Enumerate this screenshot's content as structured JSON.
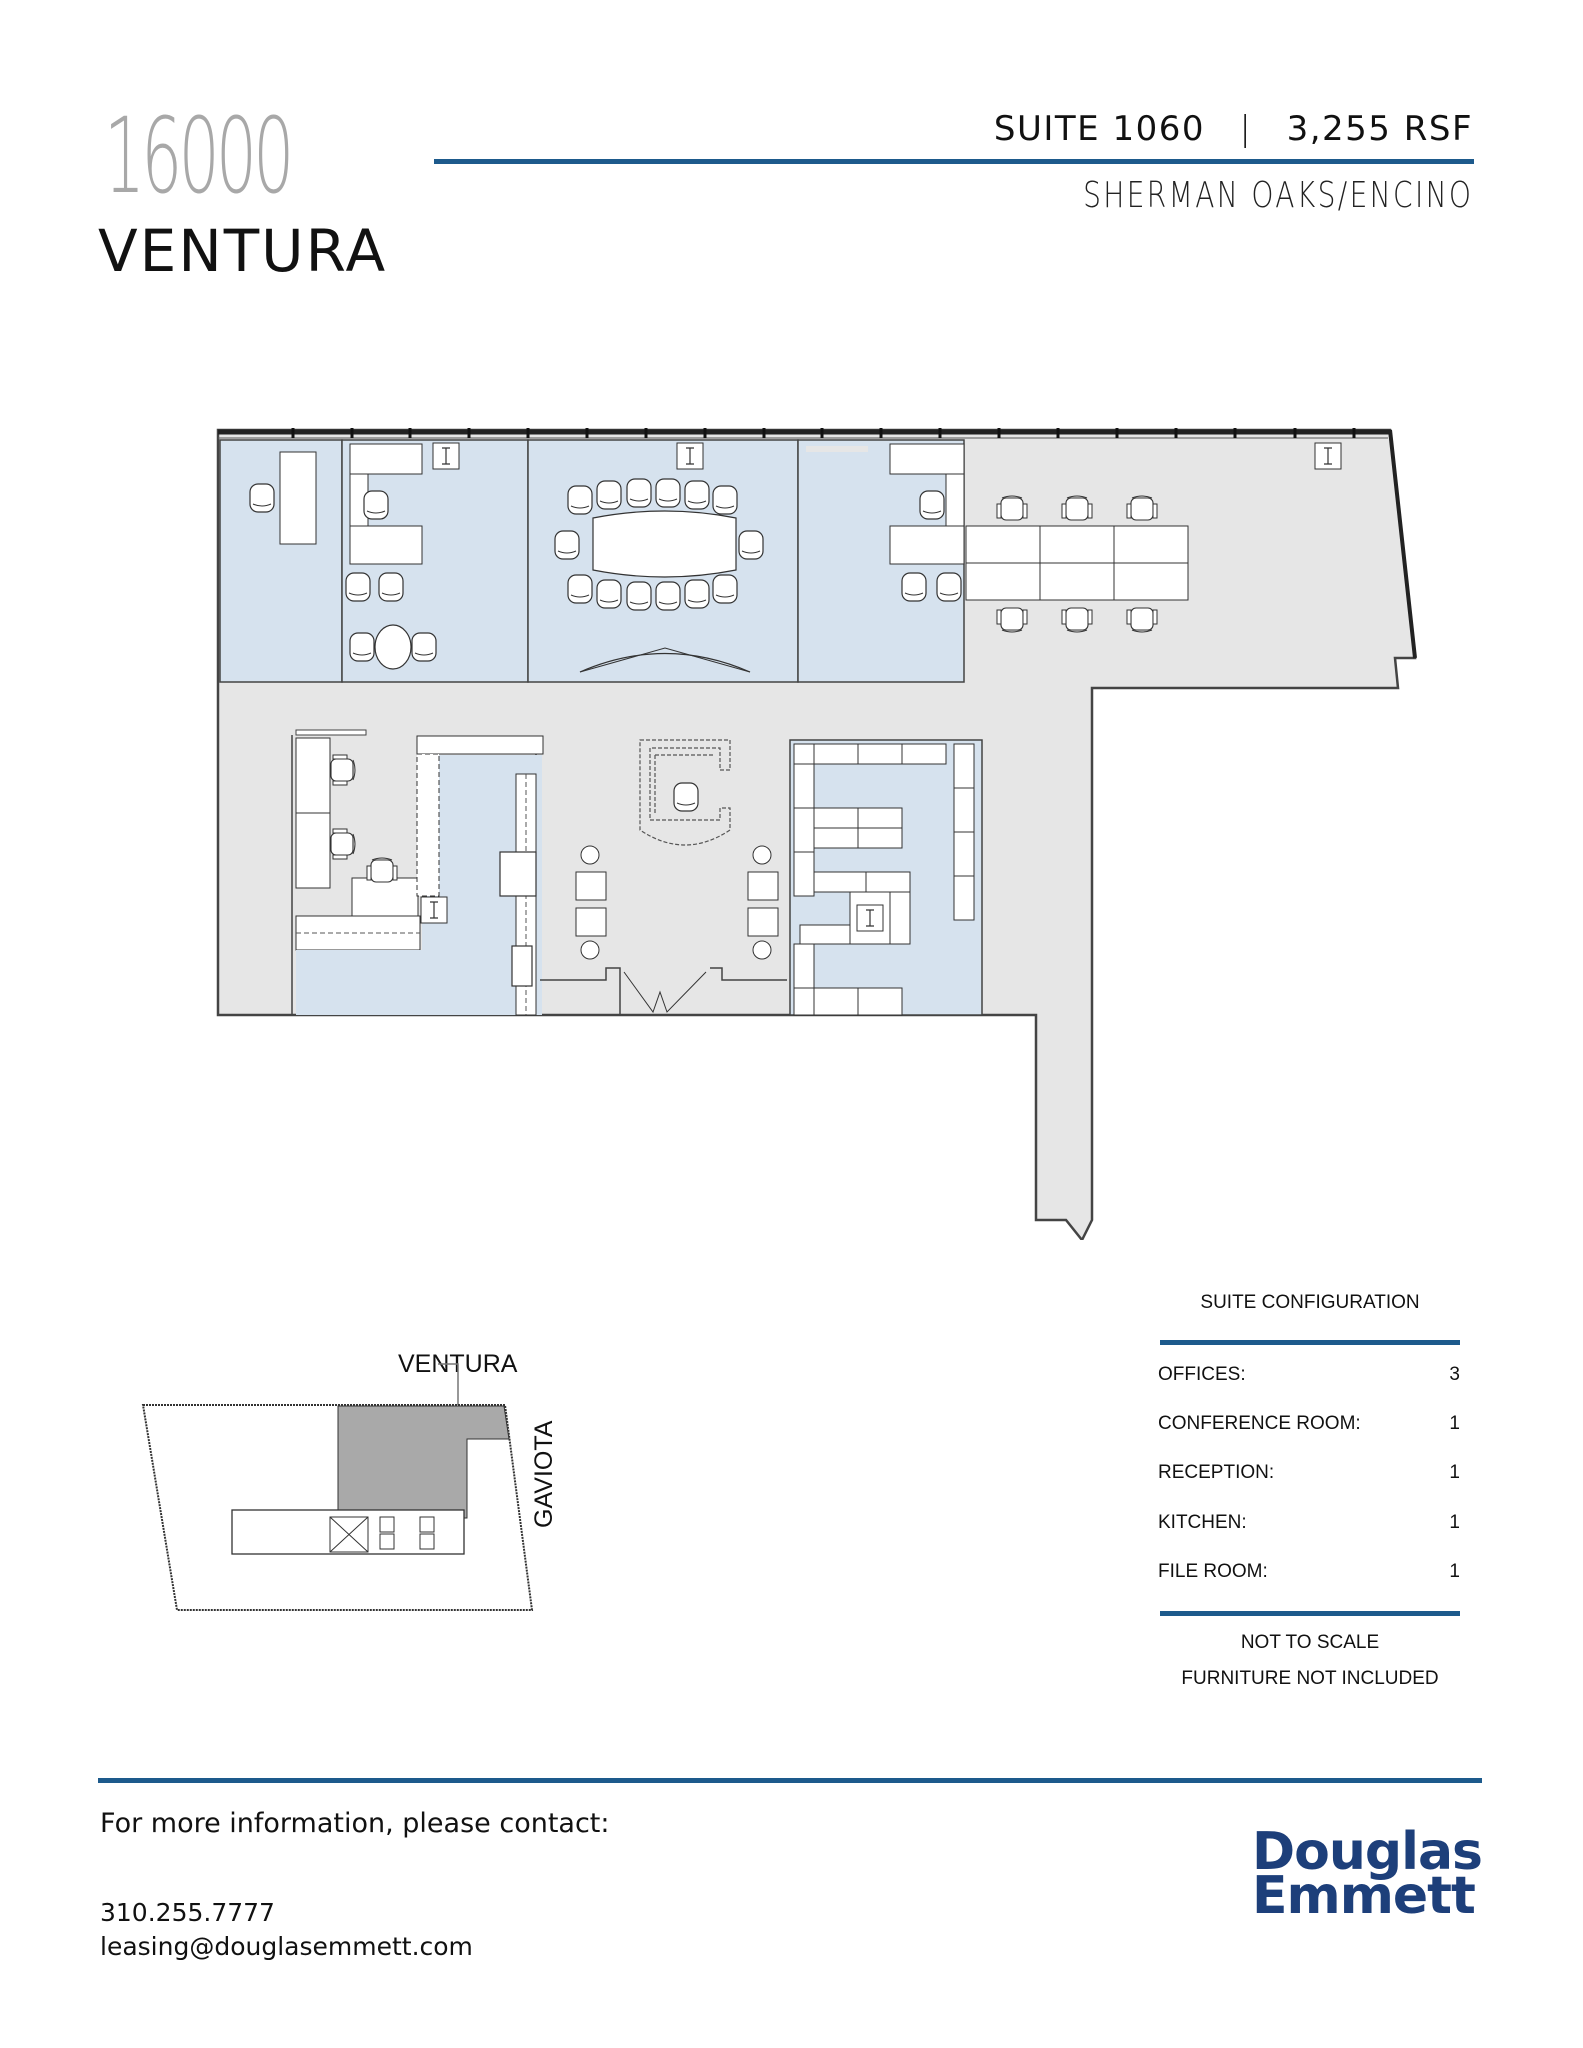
{
  "header": {
    "building_number": "16000",
    "building_name": "VENTURA",
    "suite": "SUITE 1060",
    "separator": "|",
    "area": "3,255 RSF",
    "submarket": "SHERMAN OAKS/ENCINO",
    "accent_color": "#1d5a8c"
  },
  "floorplan": {
    "colors": {
      "office_fill": "#d6e2ee",
      "common_fill": "#e6e6e6",
      "wall": "#444444"
    },
    "rooms": [
      {
        "name": "office-1",
        "type": "office"
      },
      {
        "name": "office-2",
        "type": "office"
      },
      {
        "name": "conference-room",
        "type": "conference",
        "seats": 14
      },
      {
        "name": "office-3",
        "type": "office"
      },
      {
        "name": "open-workstations",
        "type": "open",
        "desks": 6
      },
      {
        "name": "reception",
        "type": "reception"
      },
      {
        "name": "kitchen",
        "type": "kitchen"
      },
      {
        "name": "file-room",
        "type": "file"
      }
    ]
  },
  "keymap": {
    "street_top": "VENTURA",
    "street_right": "GAVIOTA"
  },
  "config": {
    "title": "SUITE CONFIGURATION",
    "rows": [
      {
        "label": "OFFICES:",
        "value": "3"
      },
      {
        "label": "CONFERENCE ROOM:",
        "value": "1"
      },
      {
        "label": "RECEPTION:",
        "value": "1"
      },
      {
        "label": "KITCHEN:",
        "value": "1"
      },
      {
        "label": "FILE ROOM:",
        "value": "1"
      }
    ],
    "notes": [
      "NOT TO SCALE",
      "FURNITURE NOT INCLUDED"
    ]
  },
  "footer": {
    "contact_heading": "For more information, please contact:",
    "phone": "310.255.7777",
    "email": "leasing@douglasemmett.com",
    "logo_line1": "Douglas",
    "logo_line2": "Emmett",
    "logo_color": "#1d3f7a"
  }
}
